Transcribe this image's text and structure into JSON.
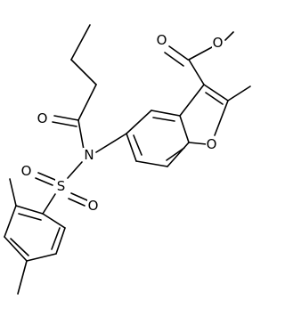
{
  "molecule": {
    "atom_labels": {
      "o_carbonyl_ester": "O",
      "o_methoxy": "O",
      "o_furan": "O",
      "o_amide": "O",
      "n_amide": "N",
      "s_sulfonyl": "S",
      "o_sulfonyl_1": "O",
      "o_sulfonyl_2": "O"
    }
  }
}
